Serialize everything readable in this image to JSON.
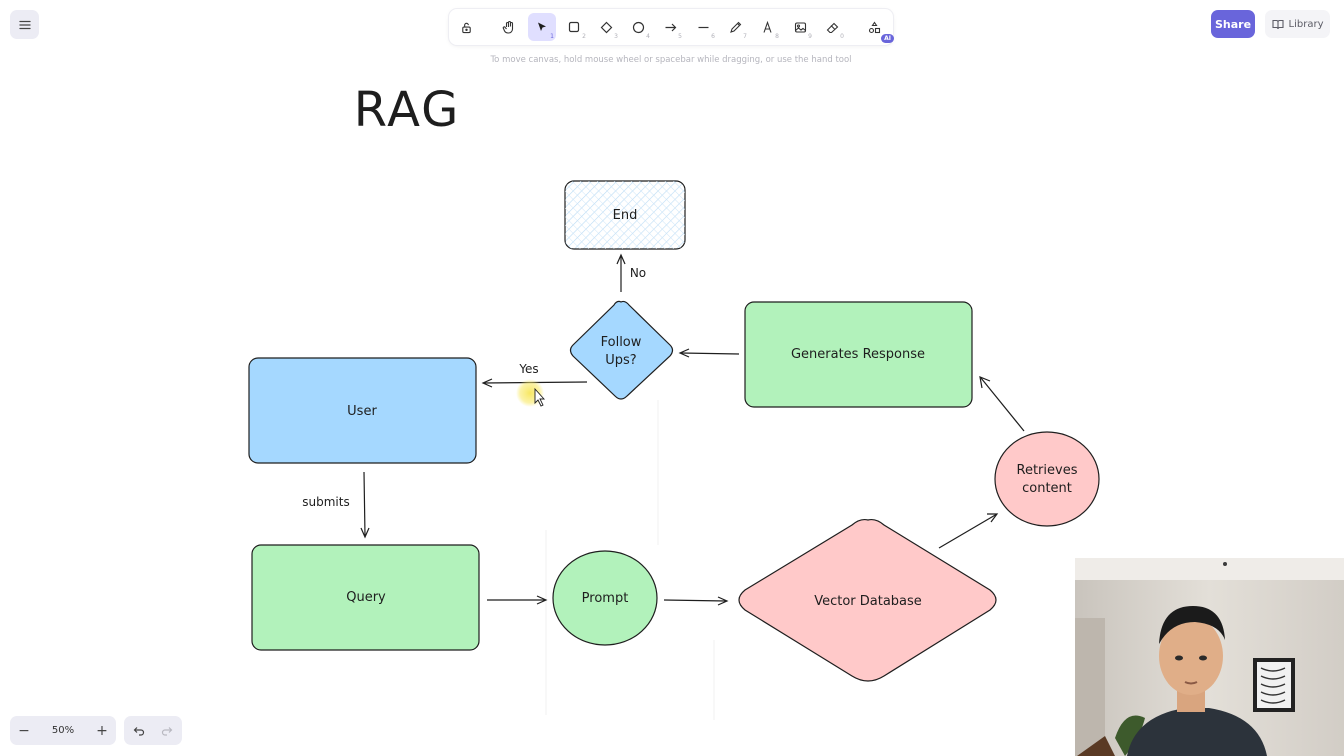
{
  "header": {
    "share_label": "Share",
    "library_label": "Library"
  },
  "toolbar": {
    "tools": [
      {
        "name": "lock",
        "shortcut": ""
      },
      {
        "name": "hand",
        "shortcut": ""
      },
      {
        "name": "selection",
        "shortcut": "1"
      },
      {
        "name": "rectangle",
        "shortcut": "2"
      },
      {
        "name": "diamond",
        "shortcut": "3"
      },
      {
        "name": "ellipse",
        "shortcut": "4"
      },
      {
        "name": "arrow",
        "shortcut": "5"
      },
      {
        "name": "line",
        "shortcut": "6"
      },
      {
        "name": "draw",
        "shortcut": "7"
      },
      {
        "name": "text",
        "shortcut": "8"
      },
      {
        "name": "image",
        "shortcut": "9"
      },
      {
        "name": "eraser",
        "shortcut": "0"
      },
      {
        "name": "more-tools",
        "shortcut": ""
      }
    ],
    "ai_badge": "AI",
    "hint": "To move canvas, hold mouse wheel or spacebar while dragging, or use the hand tool"
  },
  "footer": {
    "zoom_level": "50%",
    "zoom_out_label": "−",
    "zoom_in_label": "+"
  },
  "canvas": {
    "title": "RAG",
    "nodes": {
      "end": "End",
      "follow_ups_line1": "Follow",
      "follow_ups_line2": "Ups?",
      "generates_response": "Generates Response",
      "user": "User",
      "retrieves_line1": "Retrieves",
      "retrieves_line2": "content",
      "query": "Query",
      "prompt": "Prompt",
      "vector_database": "Vector Database"
    },
    "edge_labels": {
      "no": "No",
      "yes": "Yes",
      "submits": "submits"
    }
  },
  "colors": {
    "accent": "#6965db",
    "blue_fill": "#a5d8ff",
    "green_fill": "#b2f2bb",
    "pink_fill": "#ffc9c9",
    "stroke": "#1e1e1e"
  }
}
